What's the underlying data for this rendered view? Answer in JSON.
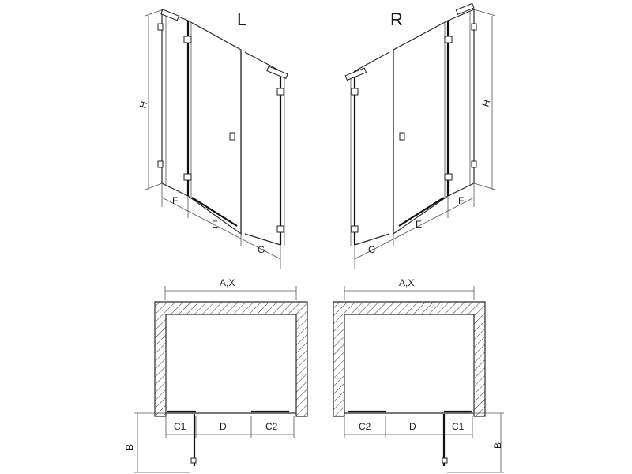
{
  "diagram": {
    "left": {
      "side_label": "L",
      "height_label": "H",
      "width_labels": {
        "f": "F",
        "e": "E",
        "g": "G"
      }
    },
    "right": {
      "side_label": "R",
      "height_label": "H",
      "width_labels": {
        "f": "F",
        "e": "E",
        "g": "G"
      }
    },
    "plan_left": {
      "top_label": "A,X",
      "bottom_labels": {
        "c1": "C1",
        "d": "D",
        "c2": "C2"
      },
      "depth_label": "B"
    },
    "plan_right": {
      "top_label": "A,X",
      "bottom_labels": {
        "c2": "C2",
        "d": "D",
        "c1": "C1"
      },
      "depth_label": "B"
    }
  }
}
